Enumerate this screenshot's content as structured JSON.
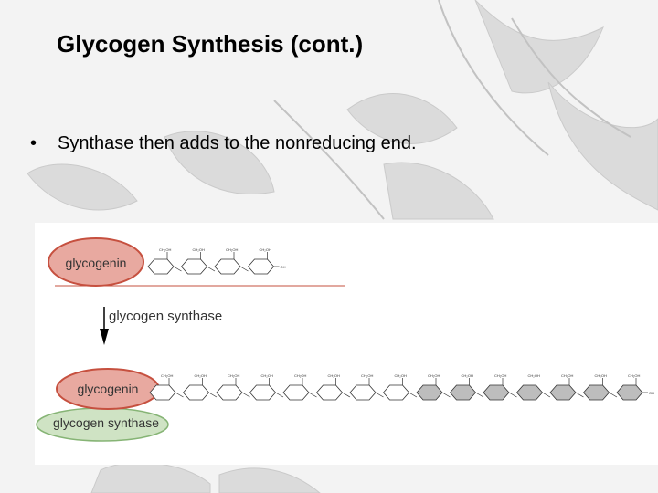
{
  "slide": {
    "title": "Glycogen Synthesis (cont.)",
    "bullets": [
      {
        "symbol": "•",
        "text": "Synthase then adds to the nonreducing end."
      }
    ]
  },
  "figure": {
    "top_protein_label": "glycogenin",
    "arrow_label": "glycogen synthase",
    "bottom_protein_label": "glycogenin",
    "enzyme_label": "glycogen synthase",
    "sugar_group_label": "CH₂OH",
    "terminal_group_label": "OH",
    "top_chain_units": 4,
    "bottom_chain_units": 15,
    "colors": {
      "glycogenin_fill": "#e8a9a0",
      "glycogenin_stroke": "#c6503f",
      "synthase_fill": "#cfe3c4",
      "synthase_stroke": "#86b475",
      "new_unit_fill": "#bdbdbd"
    }
  }
}
